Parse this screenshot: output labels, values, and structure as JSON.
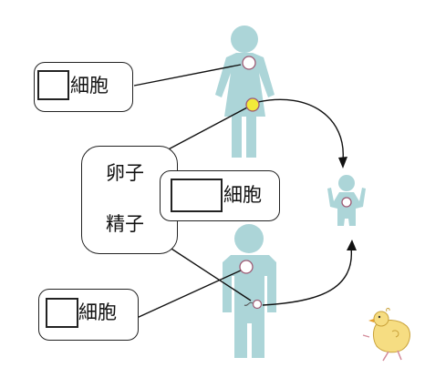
{
  "diagram": {
    "cell_labels": {
      "mother_body": "細胞",
      "fertilized": "細胞",
      "father_body": "細胞"
    },
    "gametes": {
      "egg": "卵子",
      "sperm": "精子"
    },
    "colors": {
      "figure": "#acd5d8",
      "egg": "#f2ea3a",
      "cell_fill": "#ffffff",
      "cell_stroke": "#9e5a74",
      "line": "#111111"
    },
    "icons": [
      "woman-figure",
      "man-figure",
      "baby-figure",
      "chick-icon"
    ]
  }
}
